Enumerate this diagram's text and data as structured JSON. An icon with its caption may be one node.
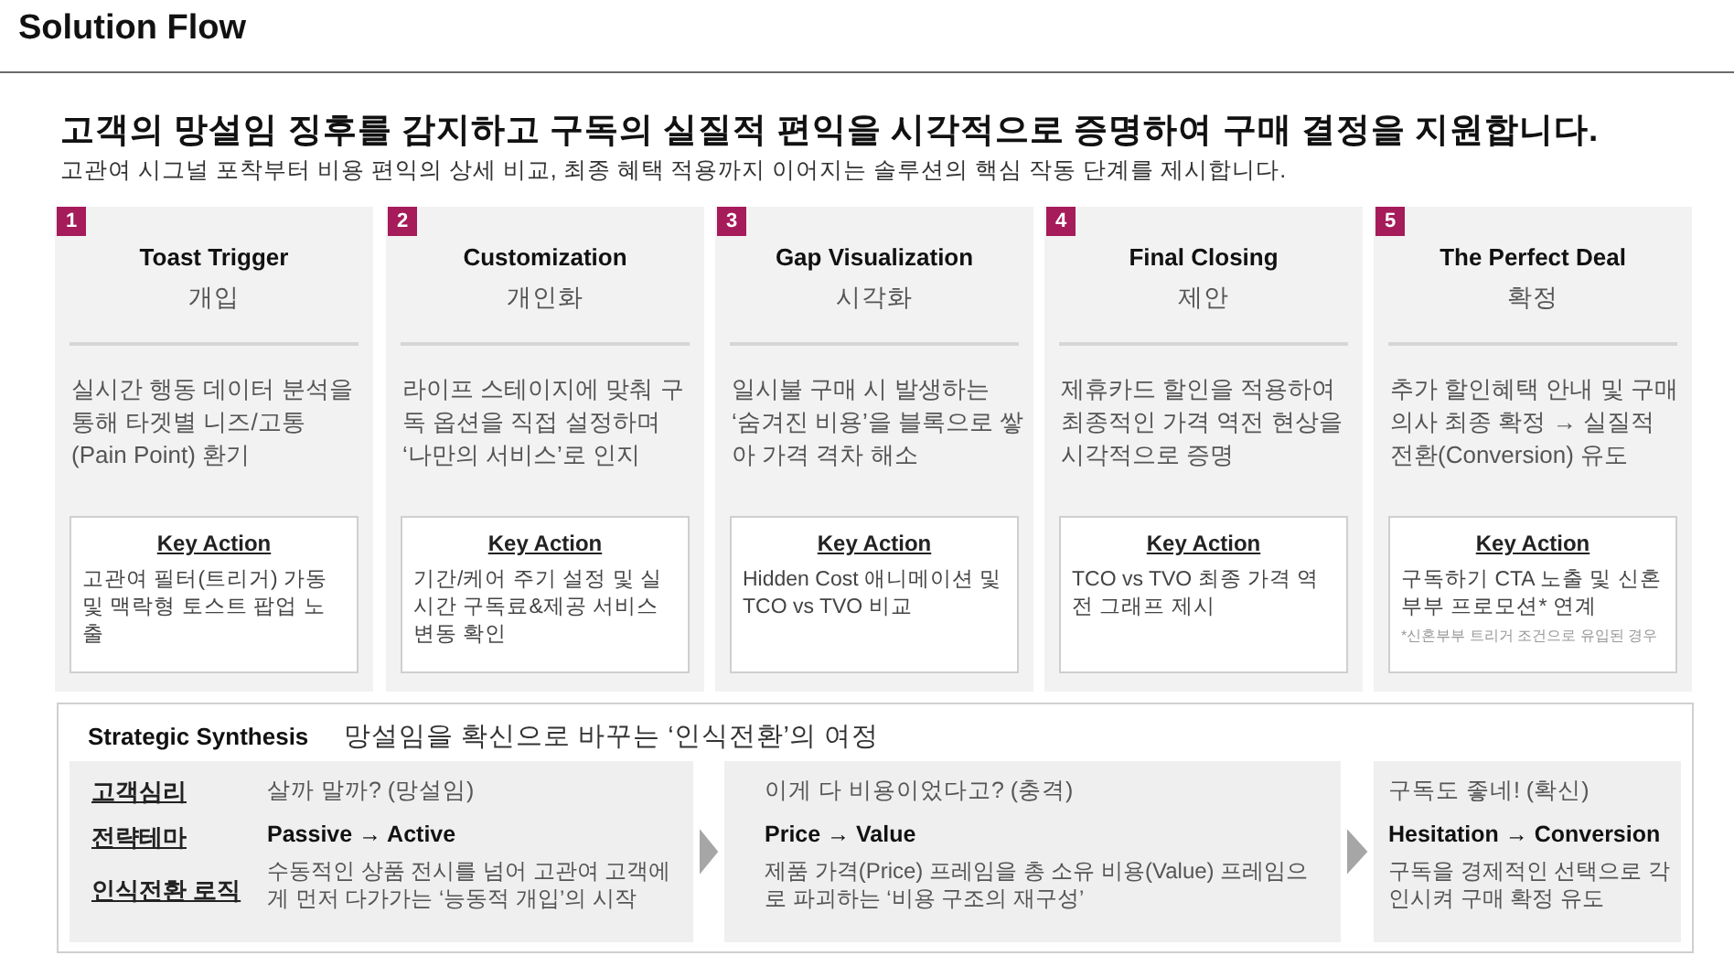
{
  "diagram": {
    "title": "Solution Flow",
    "labels": [
      "고객의 망설임 징후를 감지하고 구독의 실질적 편익을 시각적으로 증명하여 구매 결정을 지원합니다.",
      "고관여 시그널 포착부터 비용 편익의 상세 비교, 최종 혜택 적용까지 이어지는 솔루션의 핵심 작동 단계를 제시합니다."
    ],
    "nodes": [
      {
        "text": [
          "1",
          "Toast Trigger",
          "개입",
          "실시간 행동 데이터 분석을 통해 타겟별 니즈/고통 (Pain Point) 환기"
        ]
      },
      {
        "text": [
          "Key Action",
          "고관여 필터(트리거) 가동 및 맥락형 토스트 팝업 노출"
        ],
        "in": 0
      },
      {
        "text": [
          "2",
          "Customization",
          "개인화",
          "라이프 스테이지에 맞춰 구독 옵션을 직접 설정하며 ‘나만의 서비스’로 인지"
        ]
      },
      {
        "text": [
          "Key Action",
          "기간/케어 주기 설정 및 실시간 구독료&제공 서비스 변동 확인"
        ],
        "in": 2
      },
      {
        "text": [
          "3",
          "Gap Visualization",
          "시각화",
          "일시불 구매 시 발생하는 ‘숨겨진 비용’을 블록으로 쌓아 가격 격차 해소"
        ]
      },
      {
        "text": [
          "Key Action",
          "Hidden Cost 애니메이션 및 TCO vs TVO 비교"
        ],
        "in": 4
      },
      {
        "text": [
          "4",
          "Final Closing",
          "제안",
          "제휴카드 할인을 적용하여 최종적인 가격 역전 현상을 시각적으로 증명"
        ]
      },
      {
        "text": [
          "Key Action",
          "TCO vs TVO 최종 가격 역전 그래프 제시"
        ],
        "in": 6
      },
      {
        "text": [
          "5",
          "The Perfect Deal",
          "확정",
          "추가 할인혜택 안내 및 구매 의사 최종 확정 → 실질적 전환(Conversion) 유도"
        ]
      },
      {
        "text": [
          "Key Action",
          "구독하기 CTA 노출 및 신혼부부 프로모션* 연계",
          "*신혼부부 트리거 조건으로 유입된 경우"
        ],
        "in": 8
      },
      {
        "text": [
          "Strategic Synthesis",
          "망설임을 확신으로 바꾸는 ‘인식전환’의 여정"
        ]
      },
      {
        "text": [
          "고객심리",
          "살까 말까? (망설임)",
          "전략테마",
          "Passive → Active",
          "인식전환 로직",
          "수동적인 상품 전시를 넘어 고관여 고객에게 먼저 다가가는 ‘능동적 개입’의 시작"
        ],
        "in": 10
      },
      {
        "text": [
          "이게 다 비용이었다고? (충격)",
          "Price → Value",
          "제품 가격(Price) 프레임을 총 소유 비용(Value) 프레임으로 파괴하는 ‘비용 구조의 재구성’"
        ],
        "in": 10
      },
      {
        "text": [
          "구독도 좋네! (확신)",
          "Hesitation → Conversion",
          "구독을 경제적인 선택으로 각인시켜 구매 확정 유도"
        ],
        "in": 10
      }
    ],
    "edges": [
      {
        "from": 11,
        "to": 12,
        "arrow": "to"
      },
      {
        "from": 12,
        "to": 13,
        "arrow": "to"
      }
    ]
  }
}
